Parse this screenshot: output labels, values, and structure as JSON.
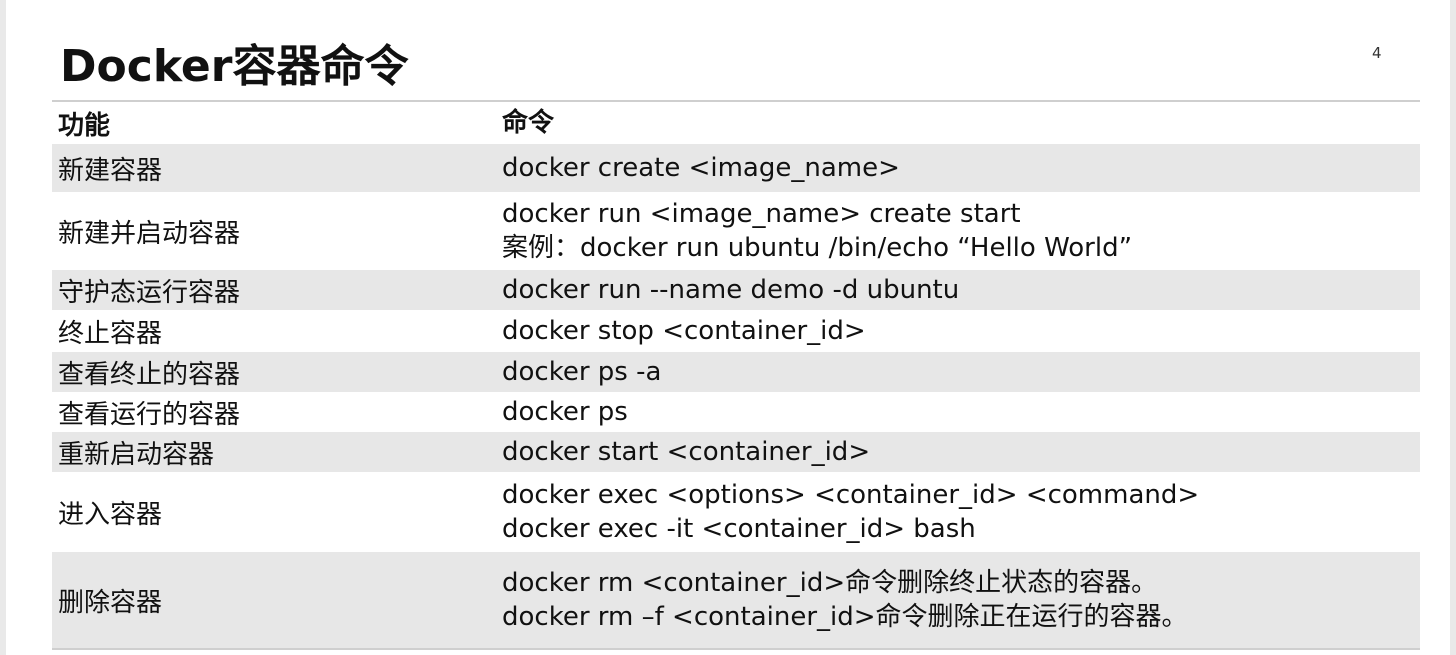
{
  "slide": {
    "title": "Docker容器命令",
    "page_number": "4"
  },
  "table": {
    "headers": [
      "功能",
      "命令"
    ],
    "rows": [
      {
        "func": "新建容器",
        "cmd": [
          "docker create <image_name>"
        ]
      },
      {
        "func": "新建并启动容器",
        "cmd": [
          "docker run <image_name> create start",
          "案例：docker run ubuntu /bin/echo  “Hello World”"
        ]
      },
      {
        "func": "守护态运行容器",
        "cmd": [
          "docker run --name demo -d ubuntu"
        ]
      },
      {
        "func": "终止容器",
        "cmd": [
          "docker stop <container_id>"
        ]
      },
      {
        "func": "查看终止的容器",
        "cmd": [
          "docker ps -a"
        ]
      },
      {
        "func": "查看运行的容器",
        "cmd": [
          "docker ps"
        ]
      },
      {
        "func": "重新启动容器",
        "cmd": [
          "docker start <container_id>"
        ]
      },
      {
        "func": "进入容器",
        "cmd": [
          "docker exec <options> <container_id> <command>",
          "docker exec -it <container_id> bash"
        ]
      },
      {
        "func": "删除容器",
        "cmd": [
          "docker rm <container_id>命令删除终止状态的容器。",
          "docker rm –f <container_id>命令删除正在运行的容器。"
        ]
      }
    ]
  }
}
